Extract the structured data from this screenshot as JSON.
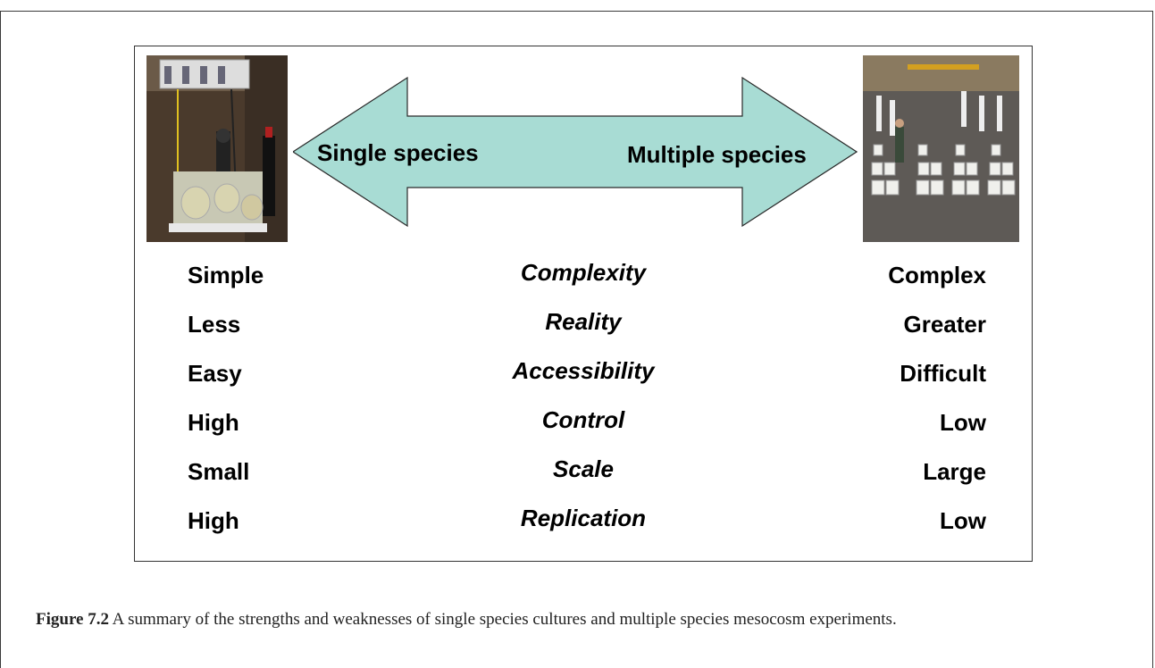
{
  "arrow": {
    "left_label": "Single species",
    "right_label": "Multiple species",
    "fill_color": "#a8dcd4"
  },
  "photos": {
    "left": "single-species-lab-culture-photo",
    "right": "multiple-species-mesocosm-photo"
  },
  "rows": [
    {
      "left": "Simple",
      "middle": "Complexity",
      "right": "Complex"
    },
    {
      "left": "Less",
      "middle": "Reality",
      "right": "Greater"
    },
    {
      "left": "Easy",
      "middle": "Accessibility",
      "right": "Difficult"
    },
    {
      "left": "High",
      "middle": "Control",
      "right": "Low"
    },
    {
      "left": "Small",
      "middle": "Scale",
      "right": "Large"
    },
    {
      "left": "High",
      "middle": "Replication",
      "right": "Low"
    }
  ],
  "caption": {
    "label": "Figure 7.2",
    "text": " A summary of the strengths and weaknesses of single species cultures and multiple species mesocosm experiments."
  }
}
